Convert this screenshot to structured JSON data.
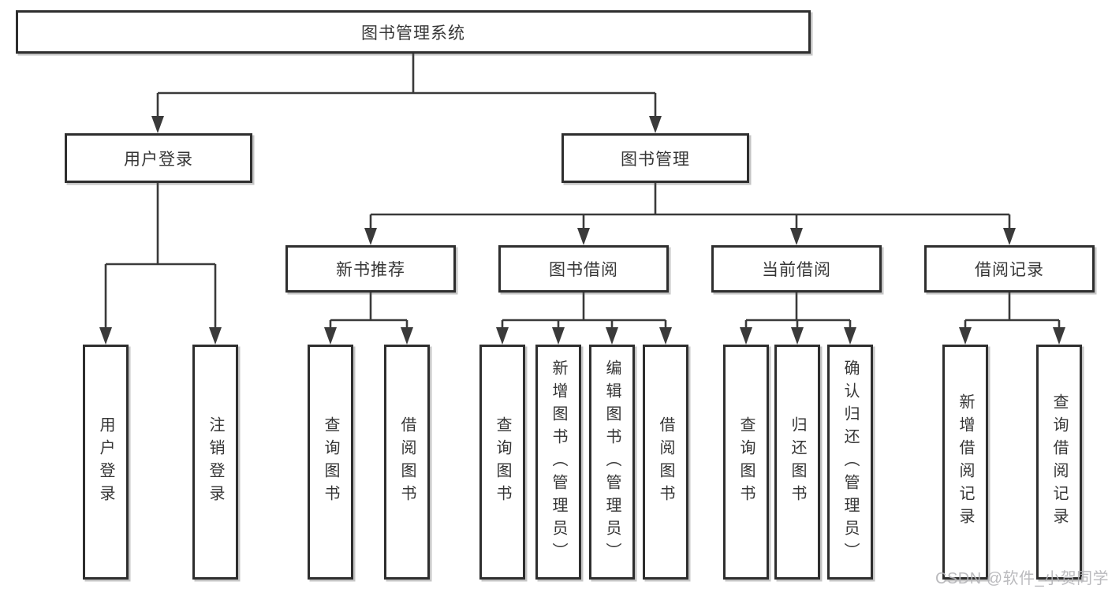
{
  "diagram": {
    "title": "图书管理系统",
    "level2": {
      "user_login": "用户登录",
      "book_mgmt": "图书管理"
    },
    "level3": {
      "new_books": "新书推荐",
      "book_borrow": "图书借阅",
      "current_borrow": "当前借阅",
      "borrow_records": "借阅记录"
    },
    "leaves": {
      "user_login": "用户登录",
      "logout": "注销登录",
      "nb_query": "查询图书",
      "nb_borrow": "借阅图书",
      "bb_query": "查询图书",
      "bb_add": "新增图书（管理员）",
      "bb_edit": "编辑图书（管理员）",
      "bb_borrow": "借阅图书",
      "cb_query": "查询图书",
      "cb_return": "归还图书",
      "cb_confirm": "确认归还（管理员）",
      "br_add": "新增借阅记录",
      "br_query": "查询借阅记录"
    }
  },
  "watermark": "CSDN @软件_小贺同学",
  "colors": {
    "line": "#3a3a3a",
    "border": "#2e2e2e",
    "text": "#363636",
    "watermark": "#b4b4b8",
    "background": "#ffffff"
  }
}
